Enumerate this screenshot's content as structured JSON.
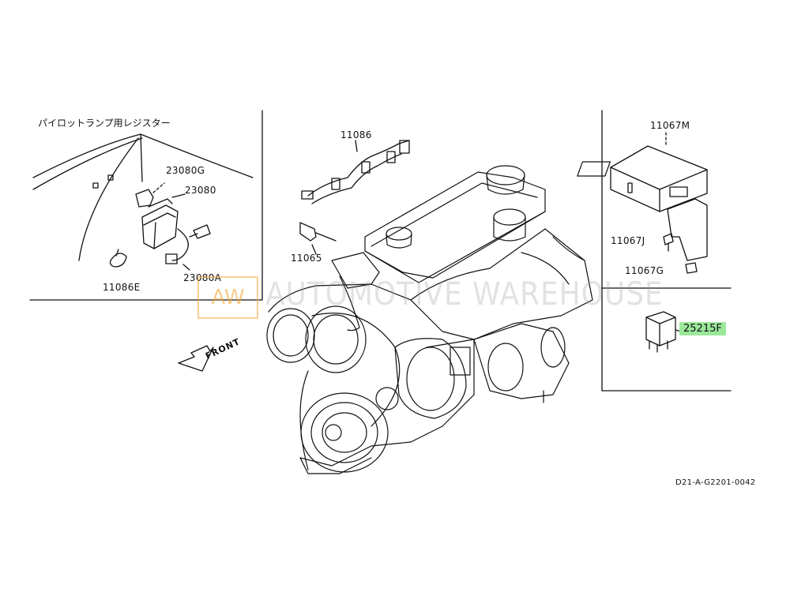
{
  "diagram": {
    "inset_title_jp": "パイロットランプ用レジスター",
    "parts": {
      "p23080G": "23080G",
      "p23080": "23080",
      "p23080A": "23080A",
      "p11086E": "11086E",
      "p11086": "11086",
      "p11065": "11065",
      "p11067M": "11067M",
      "p11067J": "11067J",
      "p11067G": "11067G",
      "p25215F": "25215F"
    },
    "front_label": "FRONT",
    "diagram_code": "D21-A-G2201-0042",
    "watermark": {
      "logo": "AW",
      "text": "AUTOMOTIVE WAREHOUSE"
    },
    "colors": {
      "highlight": "#9be89b",
      "watermark_logo": "#f0aa3c",
      "line": "#111111"
    }
  }
}
